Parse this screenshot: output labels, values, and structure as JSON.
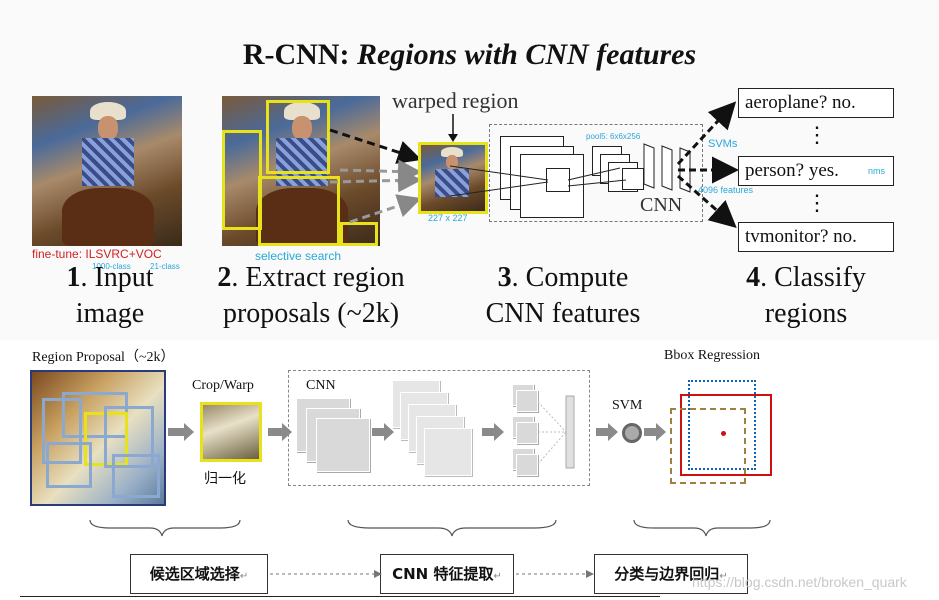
{
  "top": {
    "title_plain": "R-CNN: ",
    "title_italic": "Regions with CNN features",
    "warped_region_label": "warped region",
    "warped_size_label": "227 x 227",
    "finetune_label": "fine-tune: ILSVRC+VOC",
    "class_1000_label": "1000-class",
    "class_21_label": "21-class",
    "selective_search_label": "selective search",
    "pool5_label": "pool5: 6x6x256",
    "features_label": "4096 features",
    "cnn_label": "CNN",
    "svms_label": "SVMs",
    "nms_label": "nms",
    "class_outputs": [
      "aeroplane? no.",
      "person? yes.",
      "tvmonitor? no."
    ],
    "dots": "⋮",
    "steps": [
      {
        "num": "1",
        "text": ". Input",
        "text2": "image"
      },
      {
        "num": "2",
        "text": ". Extract region",
        "text2": "proposals (~2k)"
      },
      {
        "num": "3",
        "text": ". Compute",
        "text2": "CNN features"
      },
      {
        "num": "4",
        "text": ". Classify",
        "text2": "regions"
      }
    ]
  },
  "bottom": {
    "region_proposal_label": "Region Proposal（~2k）",
    "crop_warp_label": "Crop/Warp",
    "normalize_label": "归一化",
    "cnn_label": "CNN",
    "svm_label": "SVM",
    "bbox_label": "Bbox Regression",
    "stages": [
      "候选区域选择",
      "CNN 特征提取",
      "分类与边界回归"
    ],
    "stage_marker": "↵",
    "watermark": "https://blog.csdn.net/broken_quark"
  },
  "colors": {
    "highlight": "#e8e21a",
    "ssearch": "#2aa7d8",
    "finetune": "#d02020",
    "bbox_red": "#d01010",
    "bbox_blue": "#1060b0",
    "bbox_brown": "#a08040"
  }
}
